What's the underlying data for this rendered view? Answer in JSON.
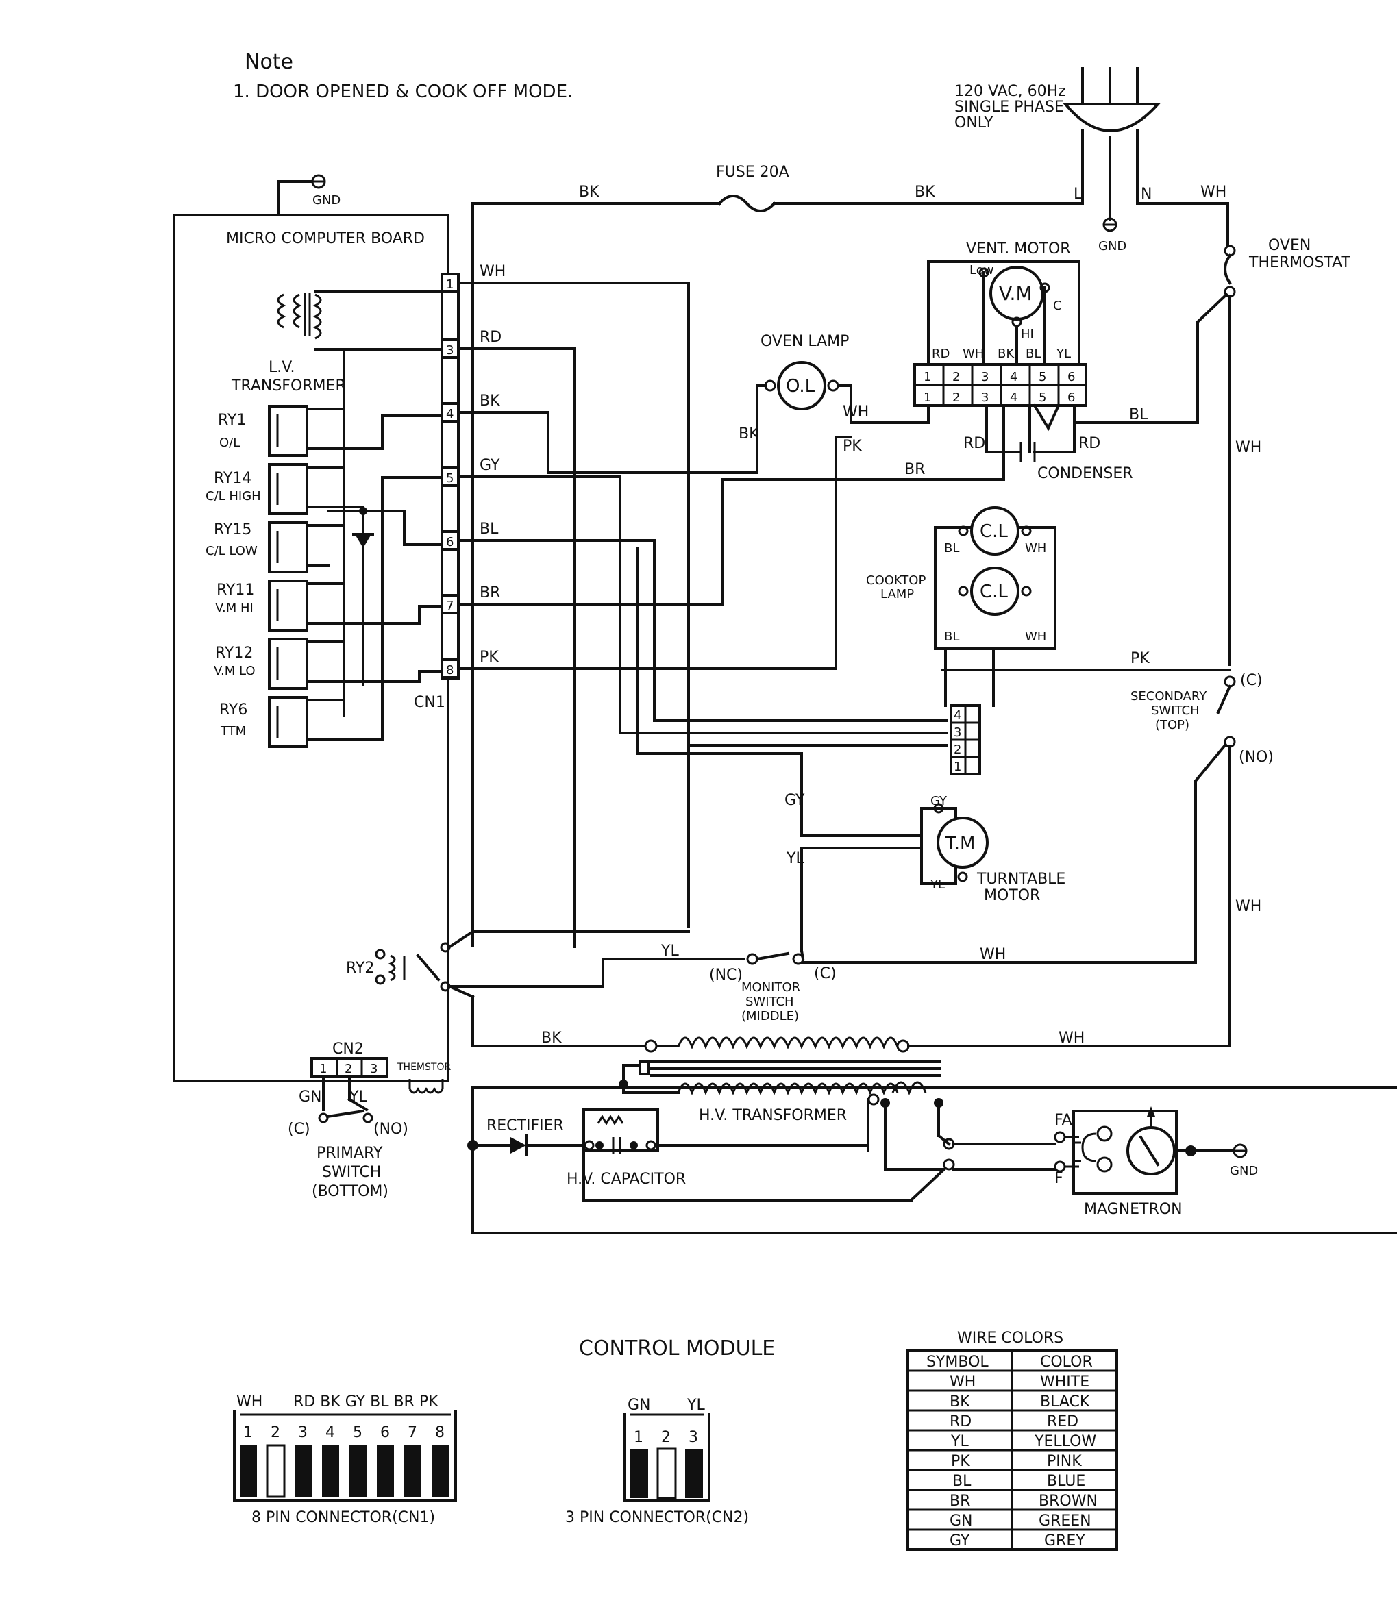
{
  "note": {
    "title": "Note",
    "line1": "1. DOOR OPENED & COOK OFF MODE."
  },
  "power": {
    "supply": [
      "120 VAC, 60Hz",
      "SINGLE PHASE",
      "ONLY"
    ],
    "fuse": "FUSE 20A",
    "line": "L",
    "neutral": "N",
    "gnd": "GND"
  },
  "board": {
    "title": "MICRO COMPUTER BOARD",
    "lv_transformer": [
      "L.V.",
      "TRANSFORMER"
    ],
    "connector": "CN1",
    "relays": [
      {
        "id": "RY1",
        "sub": "O/L"
      },
      {
        "id": "RY14",
        "sub": "C/L HIGH"
      },
      {
        "id": "RY15",
        "sub": "C/L LOW"
      },
      {
        "id": "RY11",
        "sub": "V.M HI"
      },
      {
        "id": "RY12",
        "sub": "V.M LO"
      },
      {
        "id": "RY6",
        "sub": "TTM"
      }
    ],
    "pins": [
      "1",
      "3",
      "4",
      "5",
      "6",
      "7",
      "8"
    ],
    "pin_wires": [
      "WH",
      "RD",
      "BK",
      "GY",
      "BL",
      "BR",
      "PK"
    ],
    "ry2": "RY2",
    "cn2": "CN2",
    "cn2_pins": [
      "1",
      "2",
      "3"
    ],
    "thermistor": "THEMSTOR"
  },
  "components": {
    "oven_lamp": "OVEN LAMP",
    "oven_lamp_symbol": "O.L",
    "vent_motor": "VENT. MOTOR",
    "vent_motor_symbol": "V.M",
    "vent_low": "Low",
    "vent_hi": "HI",
    "vent_c": "C",
    "vent_connector_pins": [
      "1",
      "2",
      "3",
      "4",
      "5",
      "6"
    ],
    "vent_wires": [
      "RD",
      "WH",
      "BK",
      "BL",
      "YL"
    ],
    "condenser": "CONDENSER",
    "cooktop_lamp": [
      "COOKTOP",
      "LAMP"
    ],
    "cooktop_symbol": "C.L",
    "turntable_symbol": "T.M",
    "turntable_motor": [
      "TURNTABLE",
      "MOTOR"
    ],
    "oven_thermostat": [
      "OVEN",
      "THERMOSTAT"
    ],
    "secondary_switch": [
      "SECONDARY",
      "SWITCH",
      "(TOP)"
    ],
    "monitor_switch": [
      "MONITOR",
      "SWITCH",
      "(MIDDLE)"
    ],
    "primary_switch": [
      "PRIMARY",
      "SWITCH",
      "(BOTTOM)"
    ],
    "nc": "(NC)",
    "no": "(NO)",
    "c": "(C)",
    "hv_transformer": "H.V. TRANSFORMER",
    "rectifier": "RECTIFIER",
    "hv_capacitor": "H.V. CAPACITOR",
    "magnetron": "MAGNETRON",
    "fa": "FA",
    "f": "F",
    "lamp_connector_pins": [
      "4",
      "3",
      "2",
      "1"
    ]
  },
  "wire_labels": {
    "bk": "BK",
    "wh": "WH",
    "rd": "RD",
    "gy": "GY",
    "bl": "BL",
    "br": "BR",
    "pk": "PK",
    "yl": "YL",
    "gn": "GN"
  },
  "control_module": {
    "title": "CONTROL MODULE",
    "cn1_label": "8 PIN CONNECTOR(CN1)",
    "cn1_wires_left": "WH",
    "cn1_wires_right": "RD BK GY BL BR PK",
    "cn1_pins": [
      "1",
      "2",
      "3",
      "4",
      "5",
      "6",
      "7",
      "8"
    ],
    "cn2_label": "3 PIN CONNECTOR(CN2)",
    "cn2_wire_left": "GN",
    "cn2_wire_right": "YL",
    "cn2_pins": [
      "1",
      "2",
      "3"
    ]
  },
  "wire_colors": {
    "title": "WIRE COLORS",
    "headers": [
      "SYMBOL",
      "COLOR"
    ],
    "rows": [
      [
        "WH",
        "WHITE"
      ],
      [
        "BK",
        "BLACK"
      ],
      [
        "RD",
        "RED"
      ],
      [
        "YL",
        "YELLOW"
      ],
      [
        "PK",
        "PINK"
      ],
      [
        "BL",
        "BLUE"
      ],
      [
        "BR",
        "BROWN"
      ],
      [
        "GN",
        "GREEN"
      ],
      [
        "GY",
        "GREY"
      ]
    ]
  }
}
